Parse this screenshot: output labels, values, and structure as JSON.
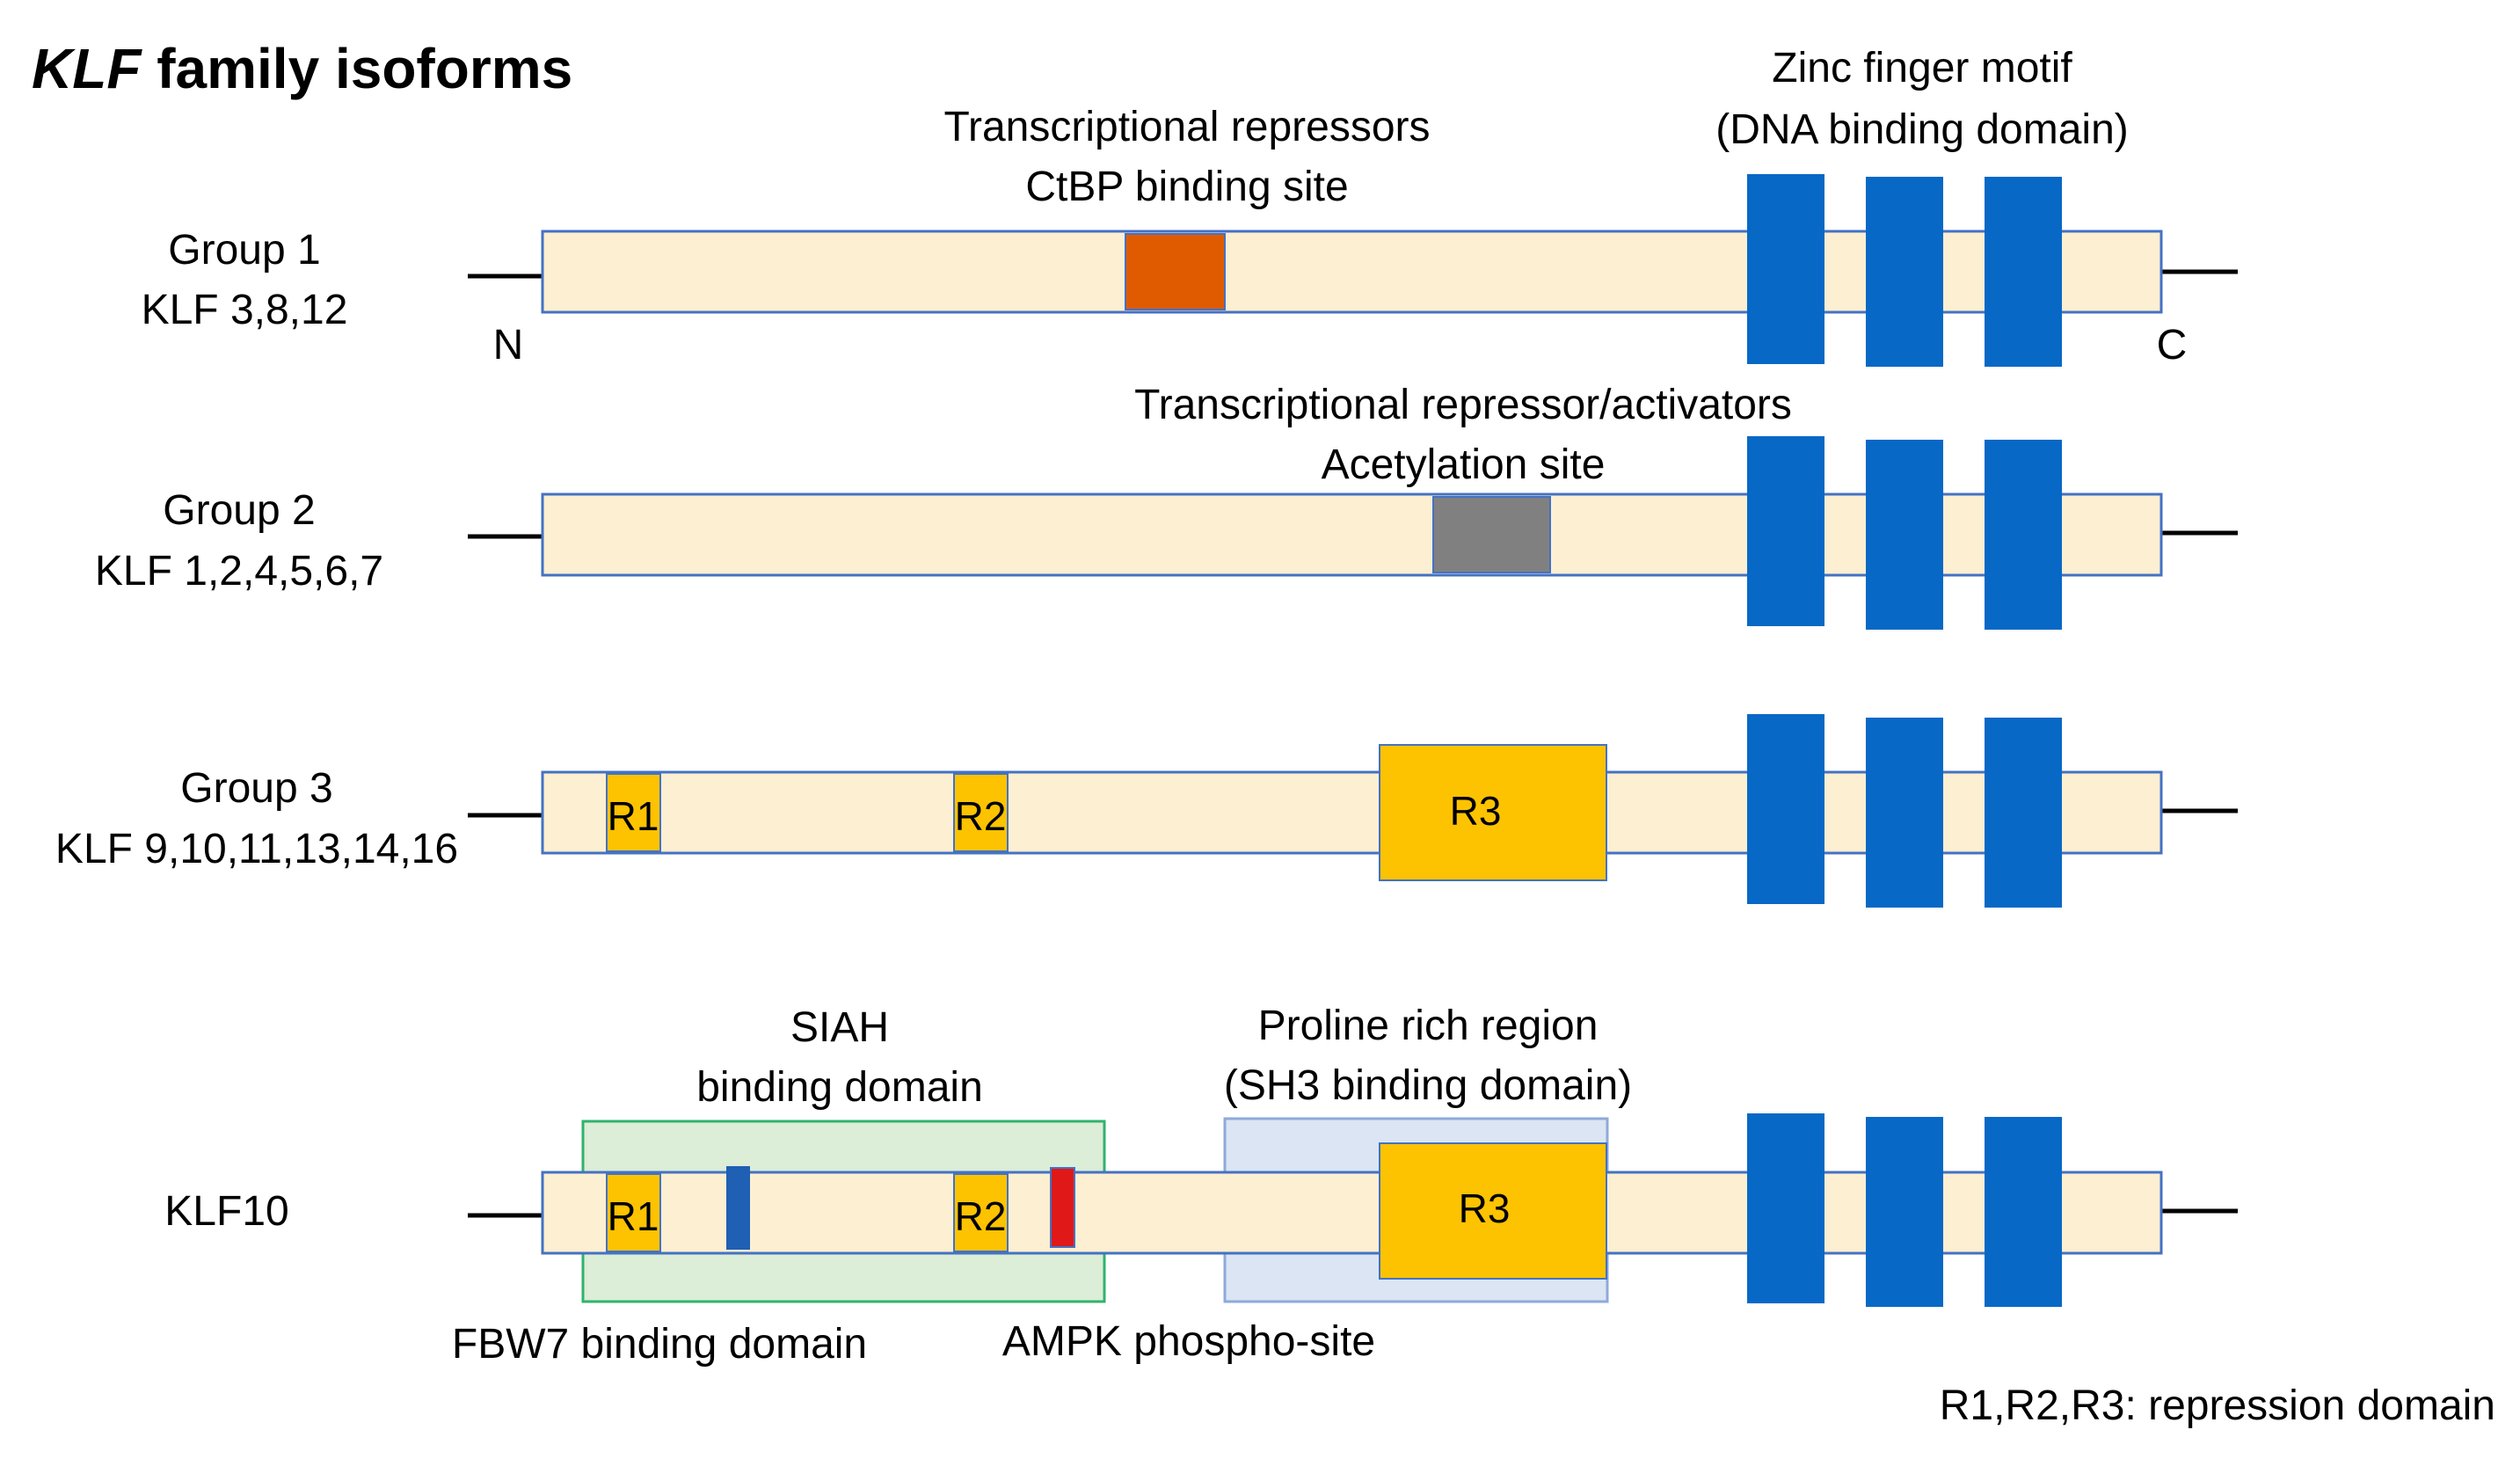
{
  "title_italic": "KLF",
  "title_rest": " family isoforms",
  "zinc_finger": {
    "line1": "Zinc finger motif",
    "line2": "(DNA binding domain)"
  },
  "group1": {
    "name": "Group 1",
    "members": "KLF 3,8,12",
    "site_line1": "Transcriptional repressors",
    "site_line2": "CtBP binding site",
    "n_label": "N",
    "c_label": "C"
  },
  "group2": {
    "name": "Group 2",
    "members": "KLF 1,2,4,5,6,7",
    "site_line1": "Transcriptional repressor/activators",
    "site_line2": "Acetylation site"
  },
  "group3": {
    "name": "Group 3",
    "members": "KLF 9,10,11,13,14,16",
    "r1": "R1",
    "r2": "R2",
    "r3": "R3"
  },
  "klf10": {
    "name": "KLF10",
    "siah_line1": "SIAH",
    "siah_line2": "binding domain",
    "proline_line1": "Proline rich region",
    "proline_line2": "(SH3 binding domain)",
    "r1": "R1",
    "r2": "R2",
    "r3": "R3",
    "fbw7": "FBW7 binding domain",
    "ampk": "AMPK phospho-site"
  },
  "legend": "R1,R2,R3: repression domain",
  "colors": {
    "body": "#fdefd1",
    "zinc_finger": "#0868c6",
    "ctbp_site": "#e05b00",
    "acetylation_site": "#808080",
    "repression_domain": "#fdc300",
    "siah_box": "#dcedd8",
    "proline_box": "#dbe5f3",
    "fbw7_mark": "#1f5fb4",
    "ampk_mark": "#e01818"
  }
}
